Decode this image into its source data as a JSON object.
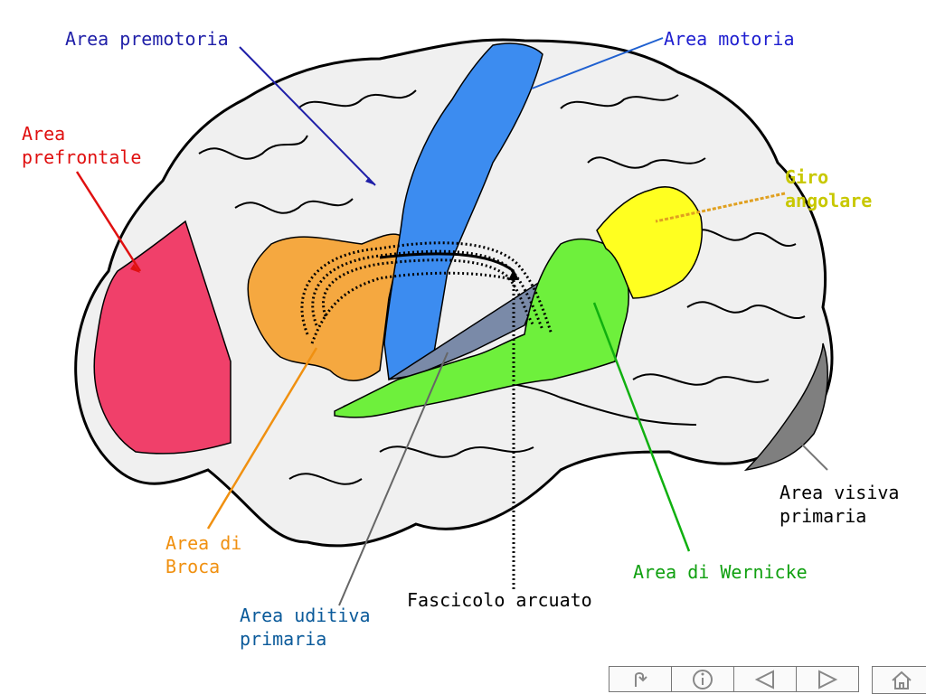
{
  "labels": {
    "premotoria": "Area premotoria",
    "motoria": "Area motoria",
    "prefrontale_1": "Area",
    "prefrontale_2": "prefrontale",
    "giro_1": "Giro",
    "giro_2": "angolare",
    "visiva_1": "Area visiva",
    "visiva_2": "primaria",
    "broca_1": "Area di",
    "broca_2": "Broca",
    "wernicke": "Area di Wernicke",
    "fascicolo": "Fascicolo arcuato",
    "uditiva_1": "Area uditiva",
    "uditiva_2": "primaria"
  },
  "colors": {
    "premotoria": "#1f1fa8",
    "motoria": "#1f1fd0",
    "prefrontale": "#e01010",
    "giro": "#c8c800",
    "visiva": "#000000",
    "broca": "#f09010",
    "wernicke": "#10a010",
    "fascicolo": "#000000",
    "uditiva": "#0a5a9a",
    "area_prefrontale": "#f0406a",
    "area_premotoria": "#f5a840",
    "area_motoria": "#3c8cf0",
    "area_wernicke": "#6ef03c",
    "area_giro": "#ffff20",
    "area_visiva": "#7f7f7f",
    "area_uditiva": "#7a8aa8",
    "brain_fill": "#f0f0f0"
  },
  "nav": {
    "return_icon": "return-icon",
    "info_icon": "info-icon",
    "prev_icon": "prev-arrow-icon",
    "next_icon": "next-arrow-icon",
    "home_icon": "home-icon"
  }
}
